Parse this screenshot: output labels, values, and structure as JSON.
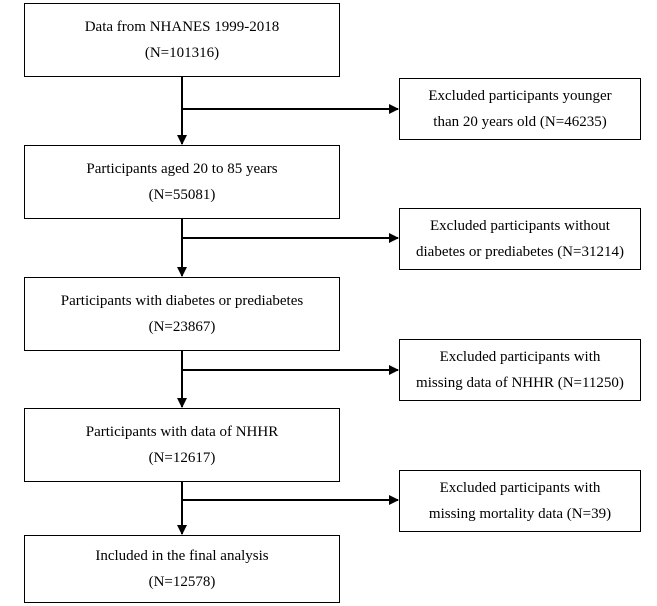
{
  "flowchart": {
    "steps": [
      {
        "line1": "Data from NHANES 1999-2018",
        "line2": "(N=101316)"
      },
      {
        "line1": "Participants aged 20 to 85 years",
        "line2": "(N=55081)"
      },
      {
        "line1": "Participants with diabetes or prediabetes",
        "line2": "(N=23867)"
      },
      {
        "line1": "Participants with data of NHHR",
        "line2": "(N=12617)"
      },
      {
        "line1": "Included in the final analysis",
        "line2": "(N=12578)"
      }
    ],
    "exclusions": [
      {
        "line1": "Excluded participants younger",
        "line2": "than 20 years old (N=46235)"
      },
      {
        "line1": "Excluded participants without",
        "line2": "diabetes or prediabetes (N=31214)"
      },
      {
        "line1": "Excluded participants with",
        "line2": "missing data of NHHR (N=11250)"
      },
      {
        "line1": "Excluded participants with",
        "line2": "missing mortality data (N=39)"
      }
    ]
  }
}
